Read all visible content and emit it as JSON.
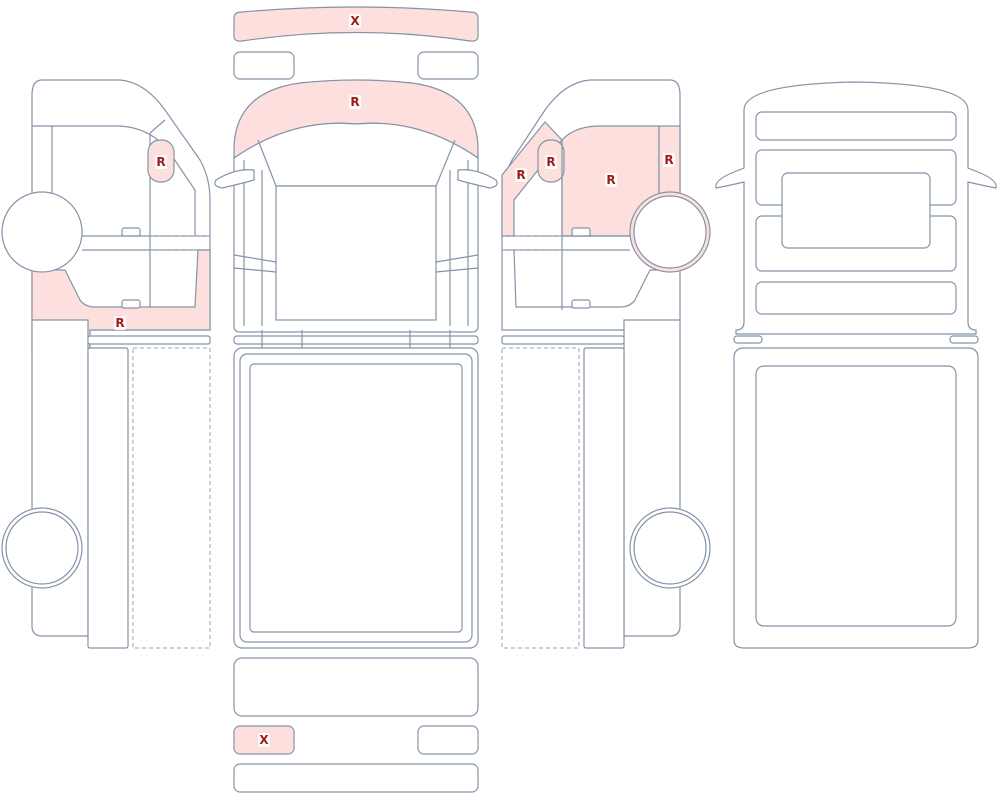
{
  "legend_codes": {
    "repair": "R",
    "replace": "X"
  },
  "colors": {
    "outline": "#8593a8",
    "damage_fill": "#fde0de",
    "mark_text": "#9b1c1c"
  },
  "marks": [
    {
      "id": "front-bumper",
      "code": "X"
    },
    {
      "id": "hood",
      "code": "R"
    },
    {
      "id": "left-mirror",
      "code": "R"
    },
    {
      "id": "left-rocker",
      "code": "R"
    },
    {
      "id": "right-a-pillar",
      "code": "R"
    },
    {
      "id": "right-mirror",
      "code": "R"
    },
    {
      "id": "right-front-door",
      "code": "R"
    },
    {
      "id": "right-b-pillar",
      "code": "R"
    },
    {
      "id": "rear-plate",
      "code": "X"
    }
  ]
}
